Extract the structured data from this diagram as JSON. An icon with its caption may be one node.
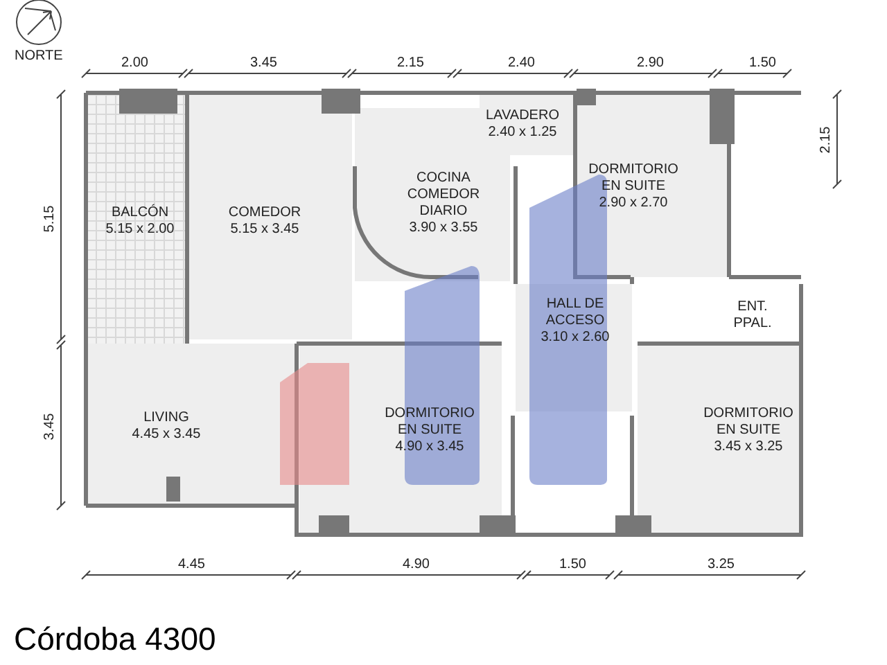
{
  "diagram": {
    "title": "Córdoba 4300",
    "nodes": [
      {
        "text": [
          "BALCÓN",
          "5.15 x 2.00"
        ]
      },
      {
        "text": [
          "COMEDOR",
          "5.15 x 3.45"
        ]
      },
      {
        "text": [
          "COCINA COMEDOR DIARIO",
          "3.90 x 3.55"
        ]
      },
      {
        "text": [
          "LAVADERO",
          "2.40 x 1.25"
        ]
      },
      {
        "text": [
          "DORMITORIO EN SUITE",
          "2.90 x 2.70"
        ]
      },
      {
        "text": [
          "HALL DE ACCESO",
          "3.10 x 2.60"
        ]
      },
      {
        "text": [
          "LIVING",
          "4.45 x 3.45"
        ]
      },
      {
        "text": [
          "DORMITORIO EN SUITE",
          "4.90 x 3.45"
        ]
      },
      {
        "text": [
          "DORMITORIO EN SUITE",
          "3.45 x 3.25"
        ]
      }
    ],
    "edges": [],
    "labels": [
      "NORTE",
      "2.00",
      "3.45",
      "2.15",
      "2.40",
      "2.90",
      "1.50",
      "2.15",
      "5.15",
      "ENT. PPAL.",
      "3.45",
      "4.45",
      "4.90",
      "1.50",
      "3.25"
    ]
  }
}
